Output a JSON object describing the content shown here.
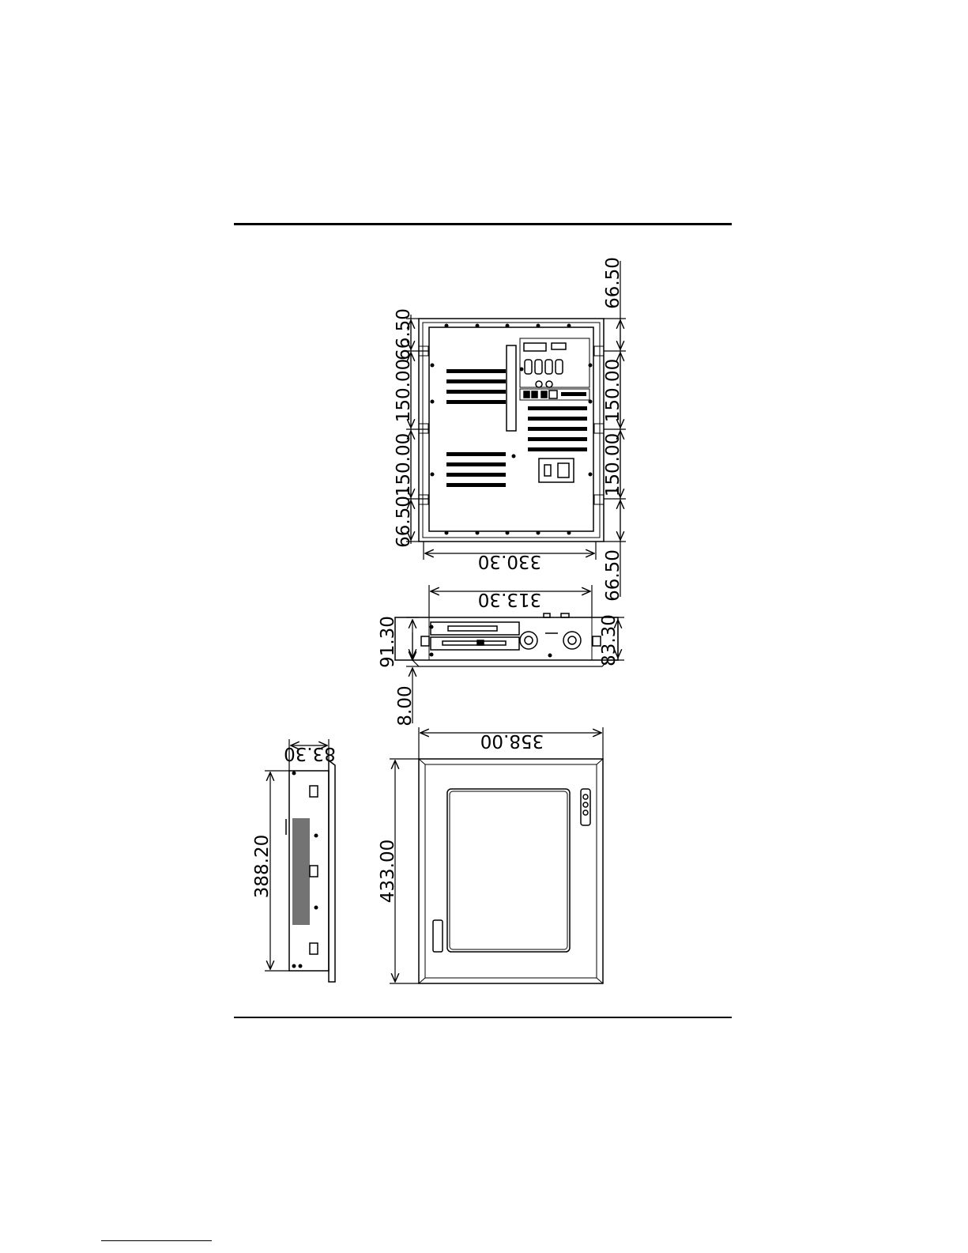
{
  "dimensions": {
    "rear_left_top": "66.50",
    "rear_left_mid1": "150.00",
    "rear_left_mid2": "150.00",
    "rear_left_bottom": "66.50",
    "rear_right_top": "66.50",
    "rear_right_mid1": "150.00",
    "rear_right_mid2": "150.00",
    "rear_right_bottom": "66.50",
    "rear_width": "330.30",
    "cutout_width": "313.30",
    "bottom_left_height": "91.30",
    "bottom_right_height": "83.30",
    "bezel_thickness": "8.00",
    "front_width": "358.00",
    "front_height": "433.00",
    "side_depth": "83.30",
    "side_height": "388.20"
  }
}
